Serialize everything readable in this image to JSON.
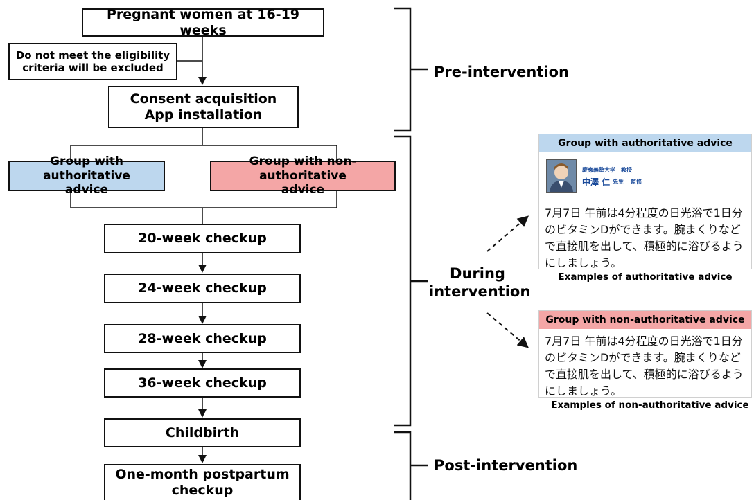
{
  "flow": {
    "start": "Pregnant women at 16-19 weeks",
    "excluded": "Do not meet the eligibility\ncriteria will be excluded",
    "consent": "Consent acquisition\nApp installation",
    "group_auth": "Group with authoritative\nadvice",
    "group_nonauth": "Group with non-authoritative\nadvice",
    "checkup_20": "20-week checkup",
    "checkup_24": "24-week checkup",
    "checkup_28": "28-week checkup",
    "checkup_36": "36-week checkup",
    "childbirth": "Childbirth",
    "postpartum": "One-month postpartum\ncheckup"
  },
  "phases": {
    "pre": "Pre-intervention",
    "during": "During\nintervention",
    "post": "Post-intervention"
  },
  "examples": {
    "auth_header": "Group with authoritative advice",
    "auth_affiliation": "慶應義塾大学　教授",
    "auth_name": "中澤 仁",
    "auth_honorific": "先生",
    "auth_role": "監修",
    "auth_message": "7月7日 午前は4分程度の日光浴で1日分のビタミンDができます。腕まくりなどで直接肌を出して、積極的に浴びるようにしましょう。",
    "auth_caption": "Examples of authoritative advice",
    "nonauth_header": "Group with non-authoritative advice",
    "nonauth_message": "7月7日 午前は4分程度の日光浴で1日分のビタミンDができます。腕まくりなどで直接肌を出して、積極的に浴びるようにしましょう。",
    "nonauth_caption": "Examples of non-authoritative advice"
  },
  "colors": {
    "auth_fill": "#bdd7ee",
    "nonauth_fill": "#f4a6a6",
    "line": "#111111"
  }
}
